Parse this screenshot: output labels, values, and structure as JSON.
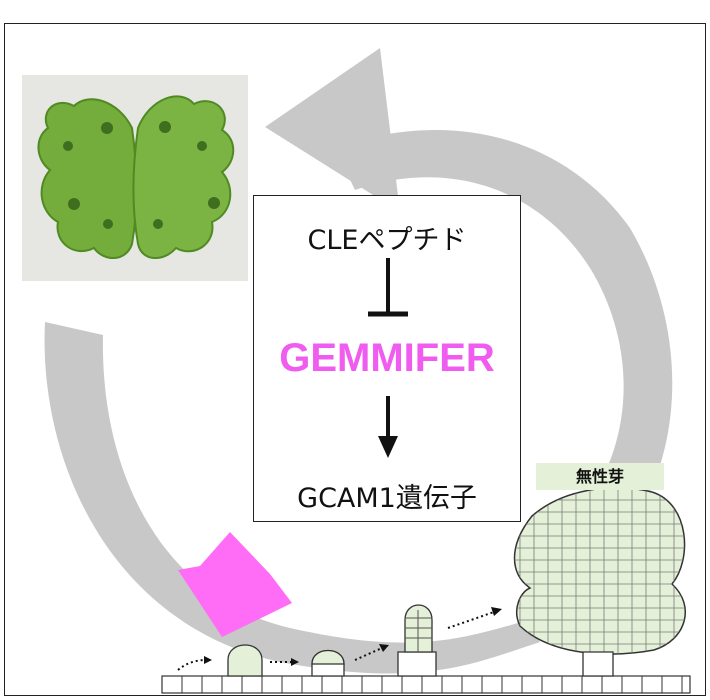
{
  "pathway": {
    "peptide": "CLEペプチド",
    "regulator": "GEMMIFER",
    "gene": "GCAM1遺伝子"
  },
  "labels": {
    "gemma": "無性芽"
  },
  "colors": {
    "regulator_text": "#ef5cef",
    "highlight_arrow": "#ff6cf5",
    "cycle_arrow": "#c8c8c8",
    "cell_fill": "#e4f1d8"
  },
  "icons": {
    "inhibition": "inhibition-bar-icon",
    "activation": "down-arrow-icon"
  }
}
